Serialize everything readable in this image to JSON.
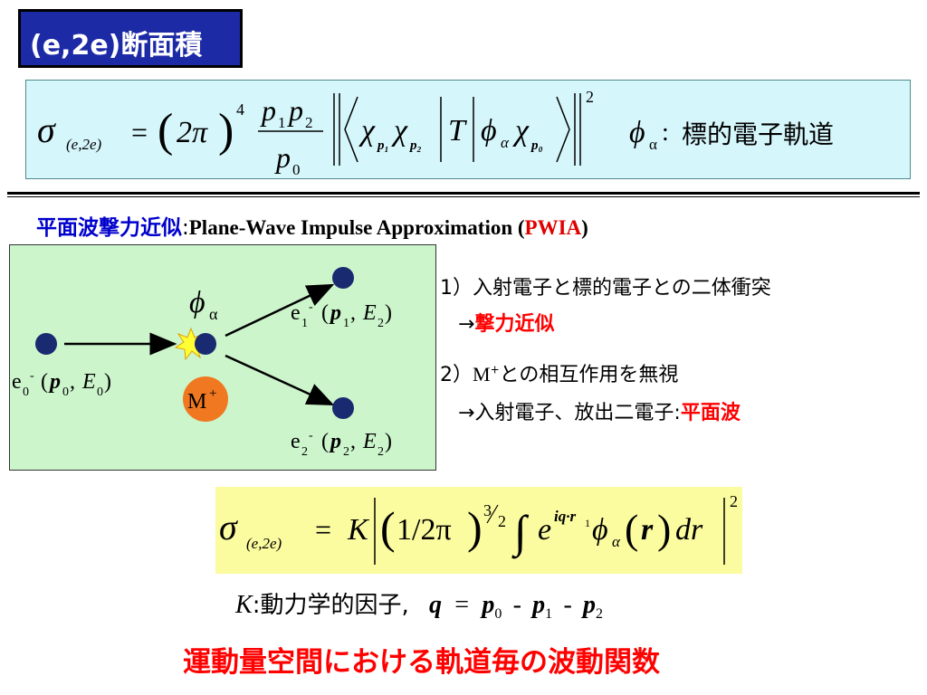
{
  "title": "(e,2e)断面積",
  "formula1": {
    "sigma_sub": "(e,2e)",
    "equals": "=",
    "two_pi": "2π",
    "power4": "4",
    "numerator_p1": "p",
    "numerator_p1_sub": "1",
    "numerator_p2": "p",
    "numerator_p2_sub": "2",
    "denominator": "p",
    "denominator_sub": "0",
    "T": "T",
    "power2": "2",
    "phi_sub": "α",
    "annotation": "標的電子軌道"
  },
  "pwia": {
    "jp": "平面波撃力近似",
    "colon": ":",
    "en": "Plane-Wave Impulse Approximation (",
    "acronym": "PWIA",
    "close": ")"
  },
  "diagram": {
    "phi_sub": "α",
    "target_label": "M",
    "target_sup": "+",
    "incoming_label": "e",
    "incoming_sub": "0",
    "incoming_p": "p",
    "incoming_p_sub": "0",
    "incoming_E": "E",
    "incoming_E_sub": "0",
    "out1_label": "e",
    "out1_sub": "1",
    "out1_p_sub": "1",
    "out1_E_sub": "2",
    "out2_label": "e",
    "out2_sub": "2",
    "out2_p_sub": "2",
    "out2_E_sub": "2",
    "minus": "-"
  },
  "notes": {
    "n1_line1": "1）入射電子と標的電子との二体衝突",
    "n1_arrow": "→",
    "n1_red": "撃力近似",
    "n2_prefix": "2）",
    "n2_M": "M",
    "n2_sup": "+",
    "n2_rest": "との相互作用を無視",
    "n2_line2": "→入射電子、放出二電子:",
    "n2_red": "平面波"
  },
  "formula2": {
    "sigma_sub": "(e,2e)",
    "equals": "=",
    "K": "K",
    "inner": "1/2π",
    "exp_num": "3",
    "exp_den": "2",
    "integral": "∫",
    "e": "e",
    "exponent": "iq·r",
    "exponent_sub": "1",
    "phi_sub": "α",
    "r": "r",
    "dr": "dr",
    "power2": "2"
  },
  "legend": {
    "K": "K",
    "K_text": ":動力学的因子,",
    "q": "q",
    "eq": "=",
    "p0": "p",
    "p0_sub": "0",
    "minus": "-",
    "p1": "p",
    "p1_sub": "1",
    "p2": "p",
    "p2_sub": "2"
  },
  "final": "運動量空間における軌道毎の波動関数",
  "colors": {
    "title_bg": "#1d2aa6",
    "formula1_bg": "#d5f6fb",
    "diagram_bg": "#ccf5cc",
    "formula2_bg": "#fbfb9f",
    "electron": "#1a2a70",
    "target": "#f07820",
    "accent_red": "#ff0000",
    "accent_blue": "#0000cc"
  }
}
